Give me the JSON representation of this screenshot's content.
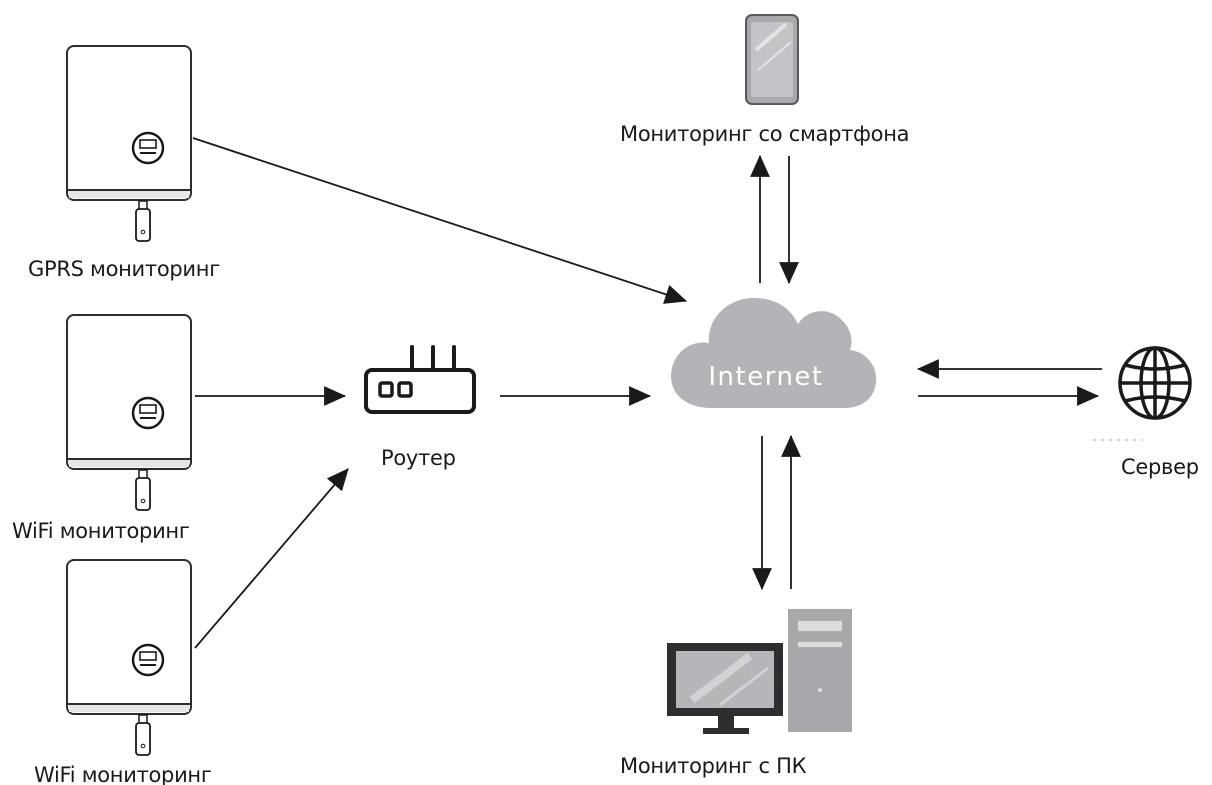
{
  "inverters": [
    {
      "label": "GPRS мониторинг"
    },
    {
      "label": "WiFi мониторинг"
    },
    {
      "label": "WiFi мониторинг"
    }
  ],
  "router": {
    "label": "Роутер"
  },
  "cloud": {
    "label": "Internet"
  },
  "smartphone": {
    "label": "Мониторинг со смартфона"
  },
  "server": {
    "label": "Сервер"
  },
  "pc": {
    "label": "Мониторинг с ПК"
  },
  "colors": {
    "line": "#1a1a1a",
    "cloud": "#b4b4b8",
    "device_gray": "#a9a9ad",
    "device_dark": "#2e2e30"
  }
}
